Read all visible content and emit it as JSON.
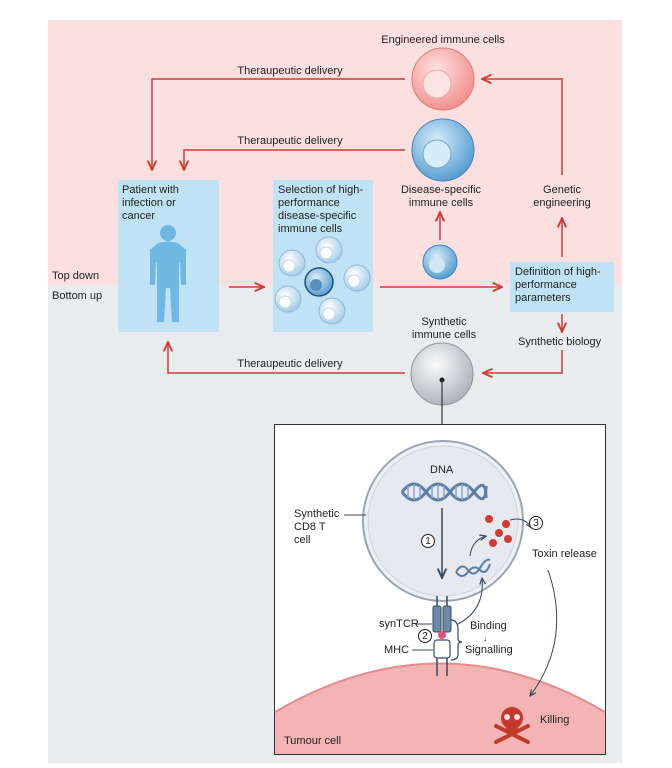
{
  "band": {
    "top_down": "Top down",
    "bottom_up": "Bottom up"
  },
  "nodes": {
    "engineered": "Engineered immune cells",
    "delivery_1": "Theraupeutic delivery",
    "delivery_2": "Theraupeutic delivery",
    "delivery_3": "Theraupeutic delivery",
    "patient": "Patient with infection or cancer",
    "selection": "Selection of high-performance disease-specific immune cells",
    "disease_specific": "Disease-specific immune cells",
    "genetic": "Genetic engineering",
    "definition": "Definition of high-performance parameters",
    "synthetic_cells": "Synthetic immune cells",
    "synthetic_biology": "Synthetic biology"
  },
  "detail": {
    "dna": "DNA",
    "synthetic_cd8": "Synthetic CD8 T cell",
    "step1": "1",
    "step2": "2",
    "step3": "3",
    "toxin": "Toxin release",
    "syntcr": "synTCR",
    "mhc": "MHC",
    "binding": "Binding",
    "signalling": "Signalling",
    "killing": "Killing",
    "tumour": "Tumour cell"
  },
  "colors": {
    "top_band": "#fbe0df",
    "bottom_band": "#e9ecef",
    "arrow_red": "#d23a35",
    "box_blue": "#bfe3f4",
    "cell_red": "#f4a6a4",
    "cell_blue": "#6fb0dc",
    "tumour": "#f5b4b4",
    "dna_blue": "#5a7fa6",
    "toxin_red": "#d23a35"
  }
}
